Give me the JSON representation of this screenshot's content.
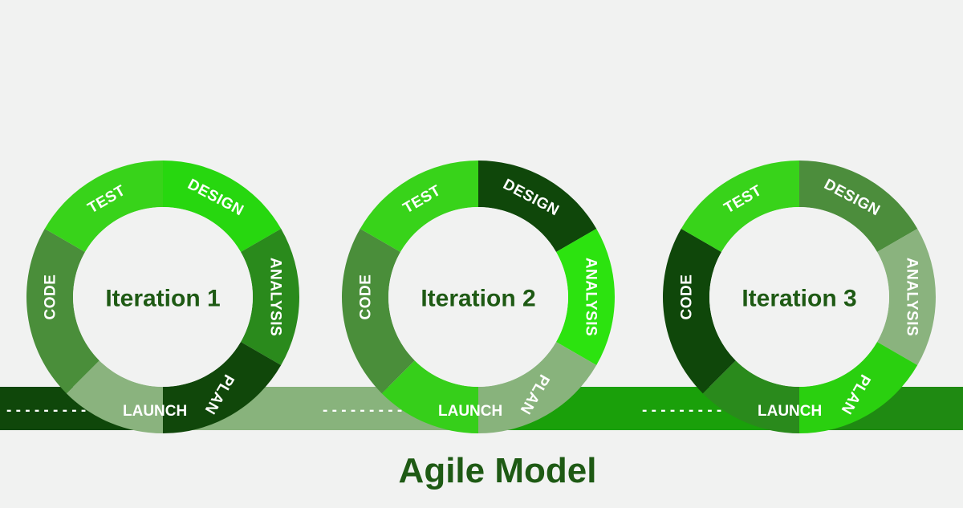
{
  "title": "Agile Model",
  "phase_labels": {
    "test": "TEST",
    "design": "DESIGN",
    "analysis": "ANALYSIS",
    "plan": "PLAN",
    "code": "CODE",
    "launch": "LAUNCH",
    "dashes": "- - - - - - - - -"
  },
  "iterations": [
    {
      "label": "Iteration 1",
      "colors": {
        "code": "#4a8e3a",
        "test": "#38d31a",
        "design": "#27d70f",
        "analysis": "#2a8a1c",
        "plan": "#10470a",
        "bottom": "#8ab37e"
      }
    },
    {
      "label": "Iteration 2",
      "colors": {
        "code": "#4a8e3a",
        "test": "#38d31a",
        "design": "#0f470a",
        "analysis": "#2ce30f",
        "plan": "#88b37c",
        "bottom": "#36cf1a"
      }
    },
    {
      "label": "Iteration 3",
      "colors": {
        "code": "#0f470a",
        "test": "#38d31a",
        "design": "#4c8d3c",
        "analysis": "#8ab37e",
        "plan": "#2ad00f",
        "bottom": "#2a8a1c"
      }
    }
  ],
  "launch_band_colors": [
    "#0f470a",
    "#88b37c",
    "#1aa00a",
    "#1f8a12"
  ]
}
